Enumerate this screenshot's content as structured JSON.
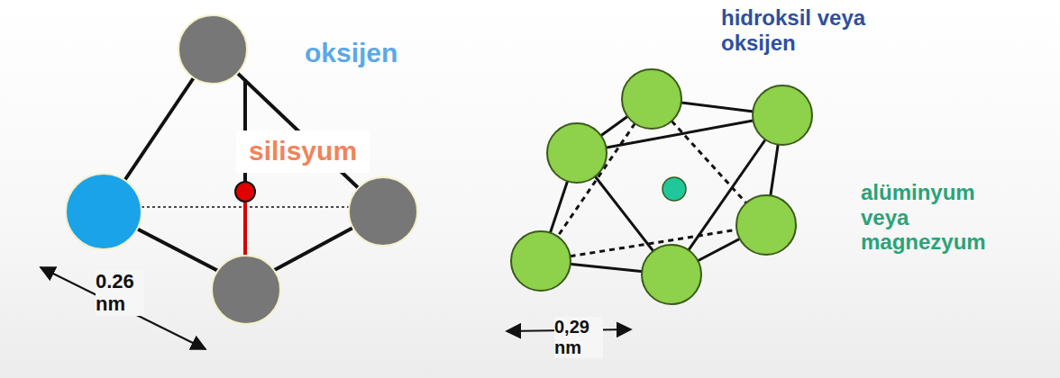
{
  "diagram": {
    "labels": [
      "oksijen",
      "silisyum",
      "0.26 nm",
      "hidroksil veya oksijen",
      "alüminyum veya magnezyum",
      "0,29 nm"
    ]
  }
}
